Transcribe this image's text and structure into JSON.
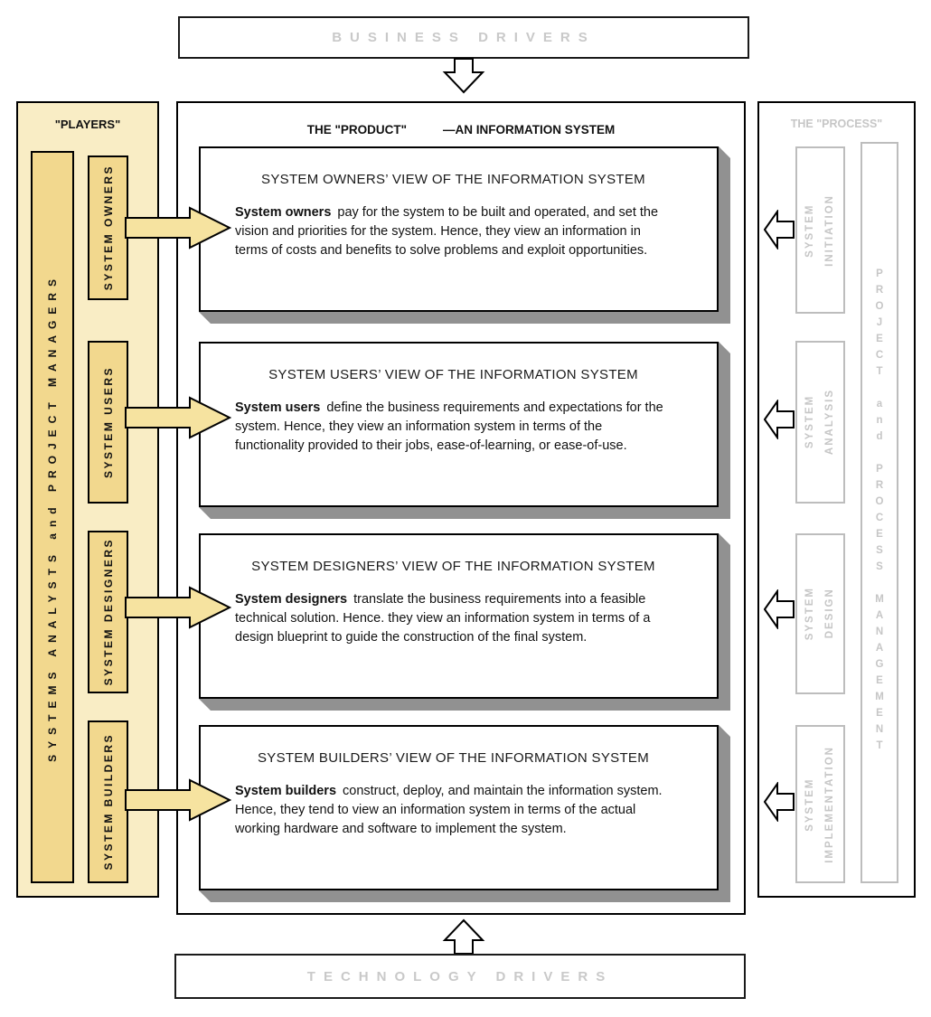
{
  "colors": {
    "panel_yellow": "#f9edc5",
    "accent_yellow": "#f2d88e",
    "arrow_yellow": "#f6e3a0",
    "shadow_gray": "#919191",
    "muted_gray": "#c6c6c6"
  },
  "top": {
    "business_drivers": "BUSINESS DRIVERS"
  },
  "bottom": {
    "technology_drivers": "TECHNOLOGY DRIVERS"
  },
  "players": {
    "title": "\"PLAYERS\"",
    "sidebar": "SYSTEMS ANALYSTS and PROJECT MANAGERS",
    "roles": [
      {
        "label": "SYSTEM OWNERS"
      },
      {
        "label": "SYSTEM USERS"
      },
      {
        "label": "SYSTEM DESIGNERS"
      },
      {
        "label": "SYSTEM BUILDERS"
      }
    ]
  },
  "product": {
    "title_left": "THE \"PRODUCT\"",
    "title_right": "—AN INFORMATION SYSTEM",
    "views": [
      {
        "heading": "SYSTEM OWNERS’ VIEW OF THE INFORMATION SYSTEM",
        "lead": "System owners",
        "body": "pay for the system to be built and operated, and set the vision and priorities for the system. Hence, they view an information in terms of costs and benefits to solve problems and exploit opportunities."
      },
      {
        "heading": "SYSTEM USERS’ VIEW OF THE INFORMATION SYSTEM",
        "lead": "System users",
        "body": "define the business requirements and expectations for the system. Hence, they view an information system in terms of the functionality provided to their jobs, ease-of-learning, or ease-of-use."
      },
      {
        "heading": "SYSTEM DESIGNERS’ VIEW OF THE INFORMATION SYSTEM",
        "lead": "System designers",
        "body": "translate the business requirements into a feasible technical solution. Hence. they view an information system in terms of a design blueprint to guide the construction of the final system."
      },
      {
        "heading": "SYSTEM BUILDERS’ VIEW OF THE INFORMATION SYSTEM",
        "lead": "System builders",
        "body": "construct, deploy, and maintain the information system. Hence, they tend to view an information system in terms of the actual working hardware and software to implement the system."
      }
    ]
  },
  "process": {
    "title": "THE \"PROCESS\"",
    "phases": [
      {
        "label": "SYSTEM\nINITIATION"
      },
      {
        "label": "SYSTEM\nANALYSIS"
      },
      {
        "label": "SYSTEM\nDESIGN"
      },
      {
        "label": "SYSTEM\nIMPLEMENTATION"
      }
    ],
    "management": "PROJECT and PROCESS MANAGEMENT"
  }
}
